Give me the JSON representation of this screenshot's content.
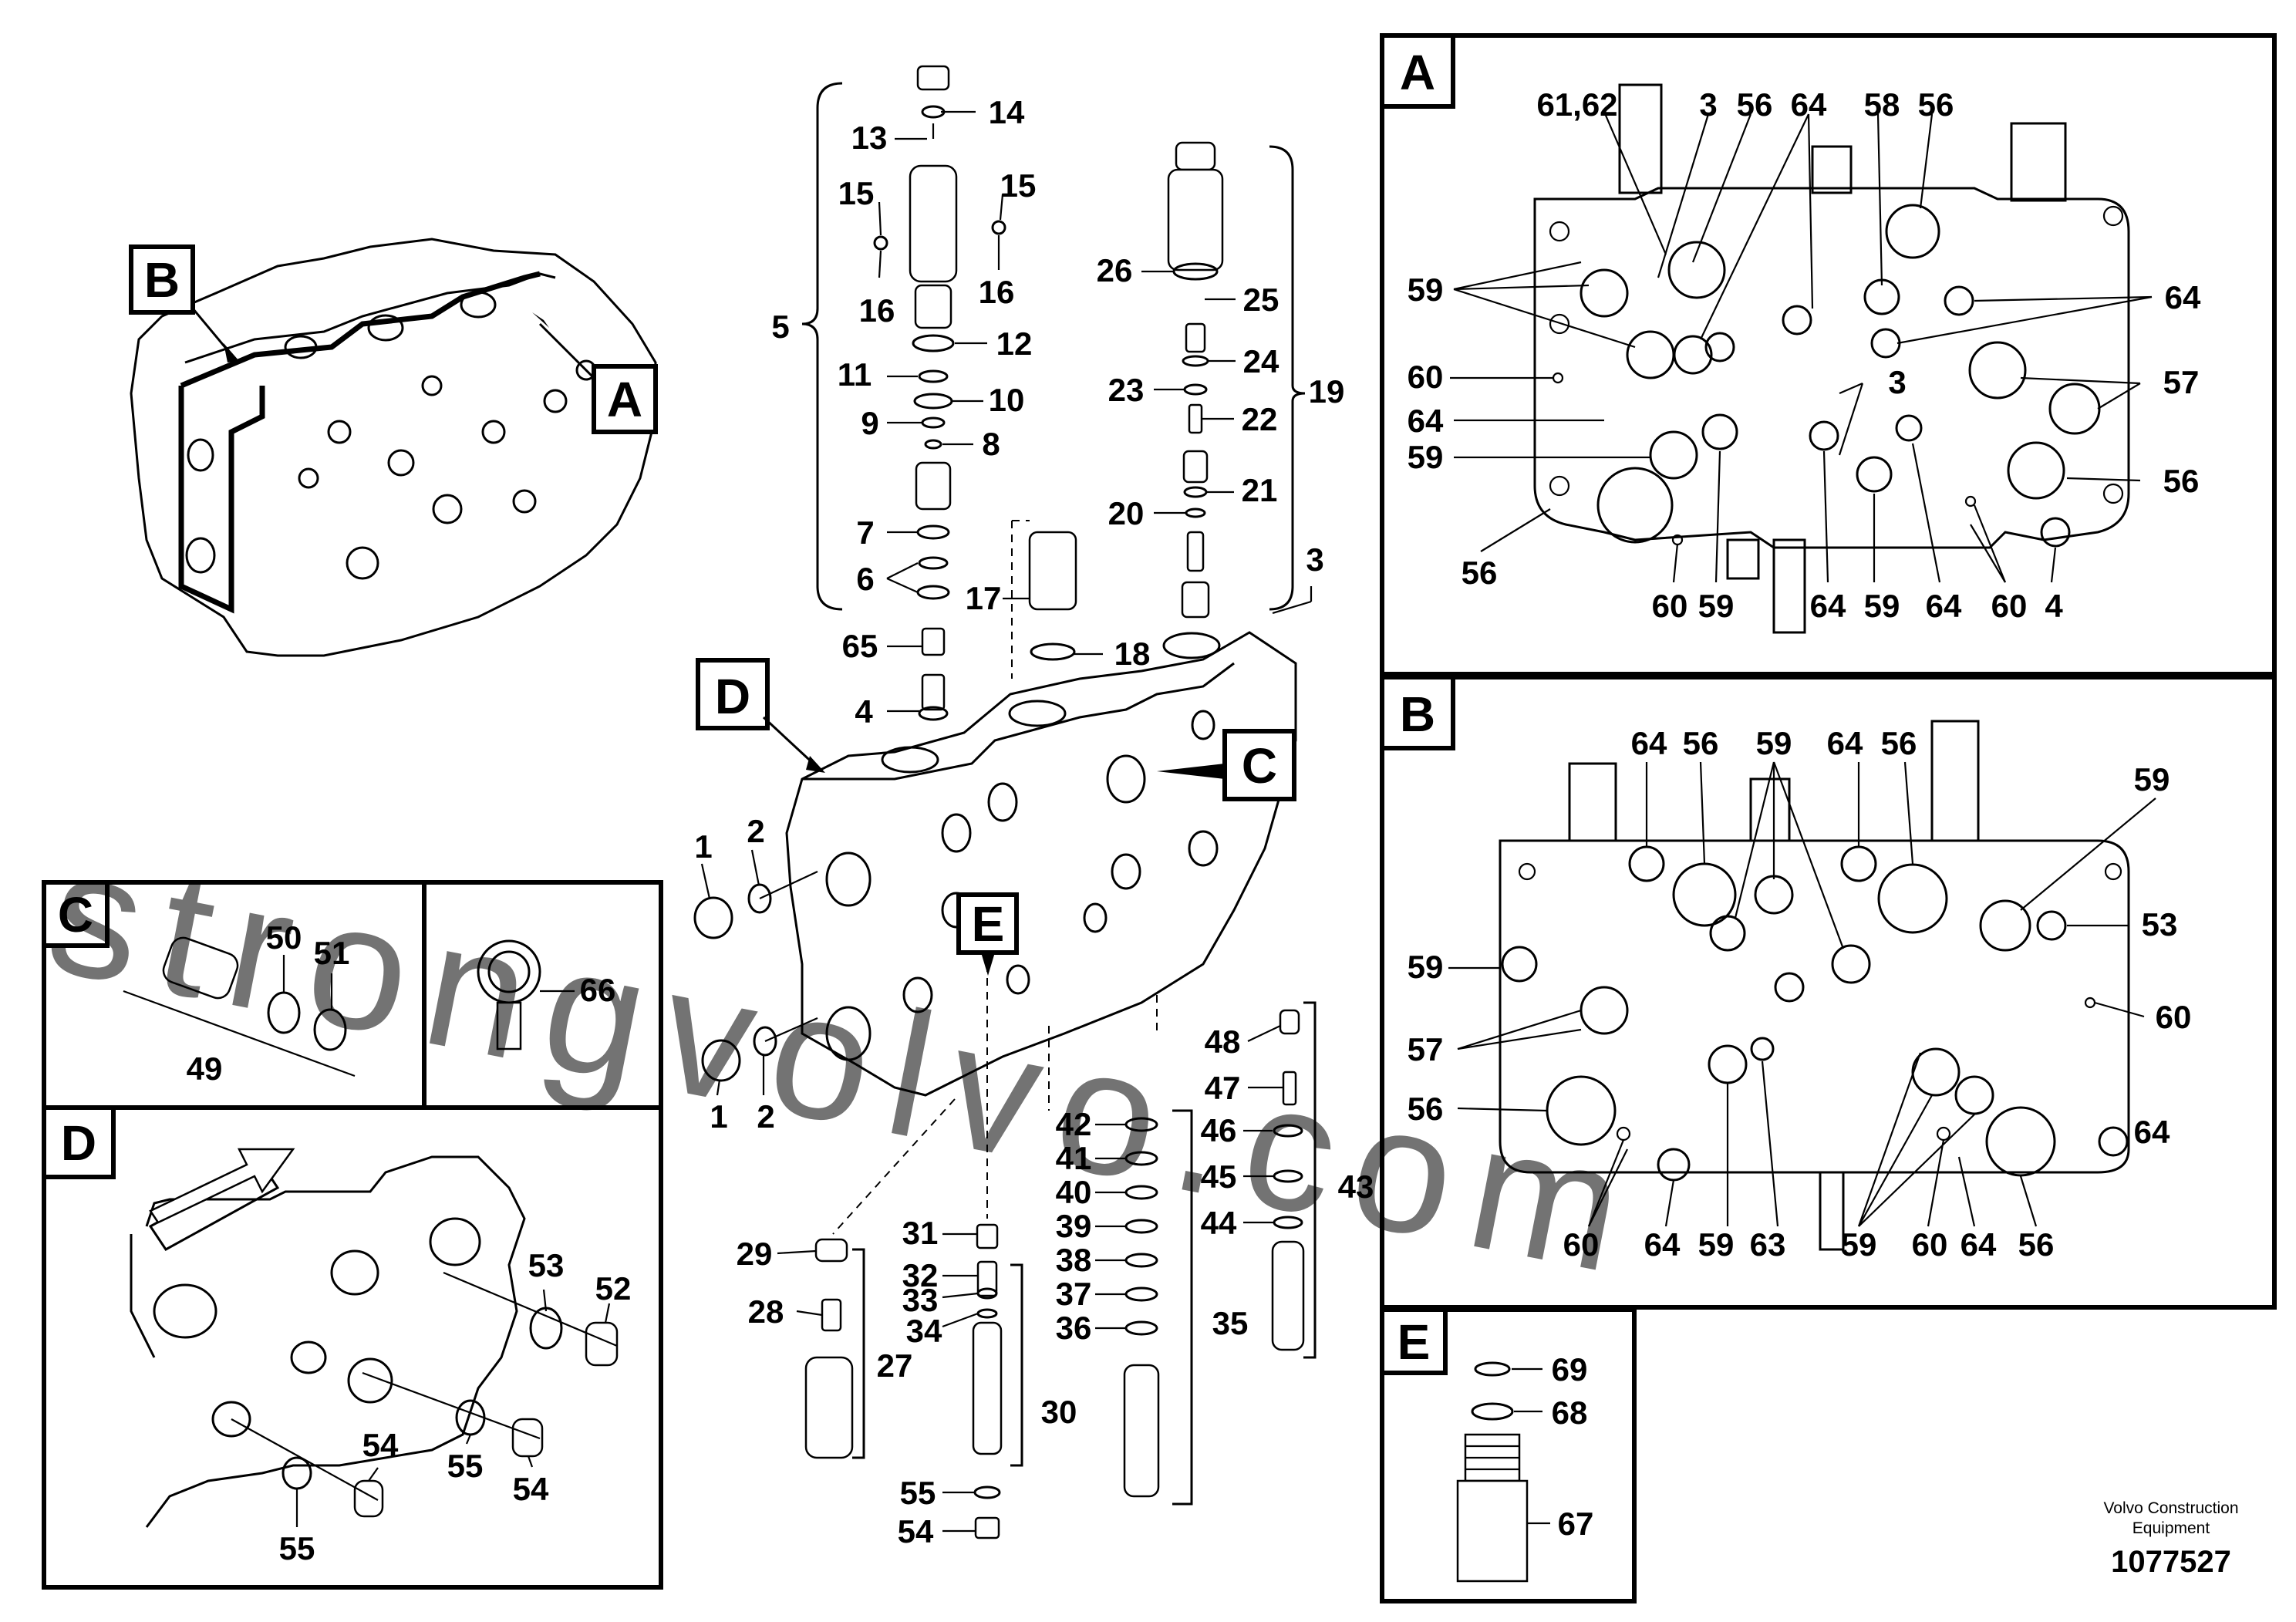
{
  "views": {
    "A": {
      "letter": "A",
      "callouts": [
        "61,62",
        "3",
        "56",
        "64",
        "58",
        "56",
        "59",
        "64",
        "60",
        "57",
        "3",
        "64",
        "59",
        "56",
        "56",
        "60",
        "59",
        "64",
        "59",
        "64",
        "60",
        "4"
      ]
    },
    "B": {
      "letter": "B",
      "callouts": [
        "64",
        "56",
        "59",
        "64",
        "56",
        "59",
        "53",
        "59",
        "60",
        "57",
        "56",
        "64",
        "60",
        "64",
        "59",
        "63",
        "59",
        "60",
        "64",
        "56"
      ]
    },
    "C": {
      "letter": "C",
      "callouts": [
        "50",
        "51",
        "49"
      ]
    },
    "D": {
      "letter": "D",
      "callouts": [
        "53",
        "52",
        "54",
        "55",
        "54",
        "55"
      ]
    },
    "E": {
      "letter": "E",
      "callouts": [
        "69",
        "68",
        "67"
      ]
    },
    "lifting_eye": {
      "callouts": [
        "66"
      ]
    }
  },
  "main": {
    "callouts": [
      "14",
      "13",
      "15",
      "15",
      "16",
      "16",
      "12",
      "11",
      "10",
      "9",
      "8",
      "7",
      "6",
      "5",
      "65",
      "4",
      "17",
      "18",
      "26",
      "25",
      "24",
      "23",
      "22",
      "21",
      "20",
      "19",
      "3",
      "1",
      "2",
      "1",
      "2",
      "48",
      "47",
      "42",
      "46",
      "41",
      "45",
      "40",
      "44",
      "39",
      "43",
      "38",
      "37",
      "36",
      "35",
      "31",
      "32",
      "33",
      "34",
      "30",
      "29",
      "28",
      "27",
      "55",
      "54"
    ],
    "view_tags": [
      "D",
      "C",
      "B",
      "A",
      "E"
    ]
  },
  "caption": {
    "line1": "Volvo Construction",
    "line2": "Equipment",
    "doc_number": "1077527"
  },
  "watermark": "strongvolvo.com"
}
